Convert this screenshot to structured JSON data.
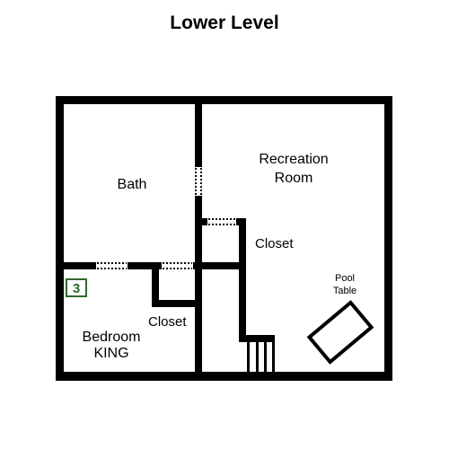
{
  "title": "Lower Level",
  "rooms": {
    "bath": "Bath",
    "recreation_line1": "Recreation",
    "recreation_line2": "Room",
    "closet_right": "Closet",
    "closet_bottom": "Closet",
    "bedroom_line1": "Bedroom",
    "bedroom_line2": "KING"
  },
  "pool_table": {
    "line1": "Pool",
    "line2": "Table"
  },
  "bedroom_badge": "3",
  "colors": {
    "wall": "#000000",
    "badge": "#2e6b2e"
  }
}
